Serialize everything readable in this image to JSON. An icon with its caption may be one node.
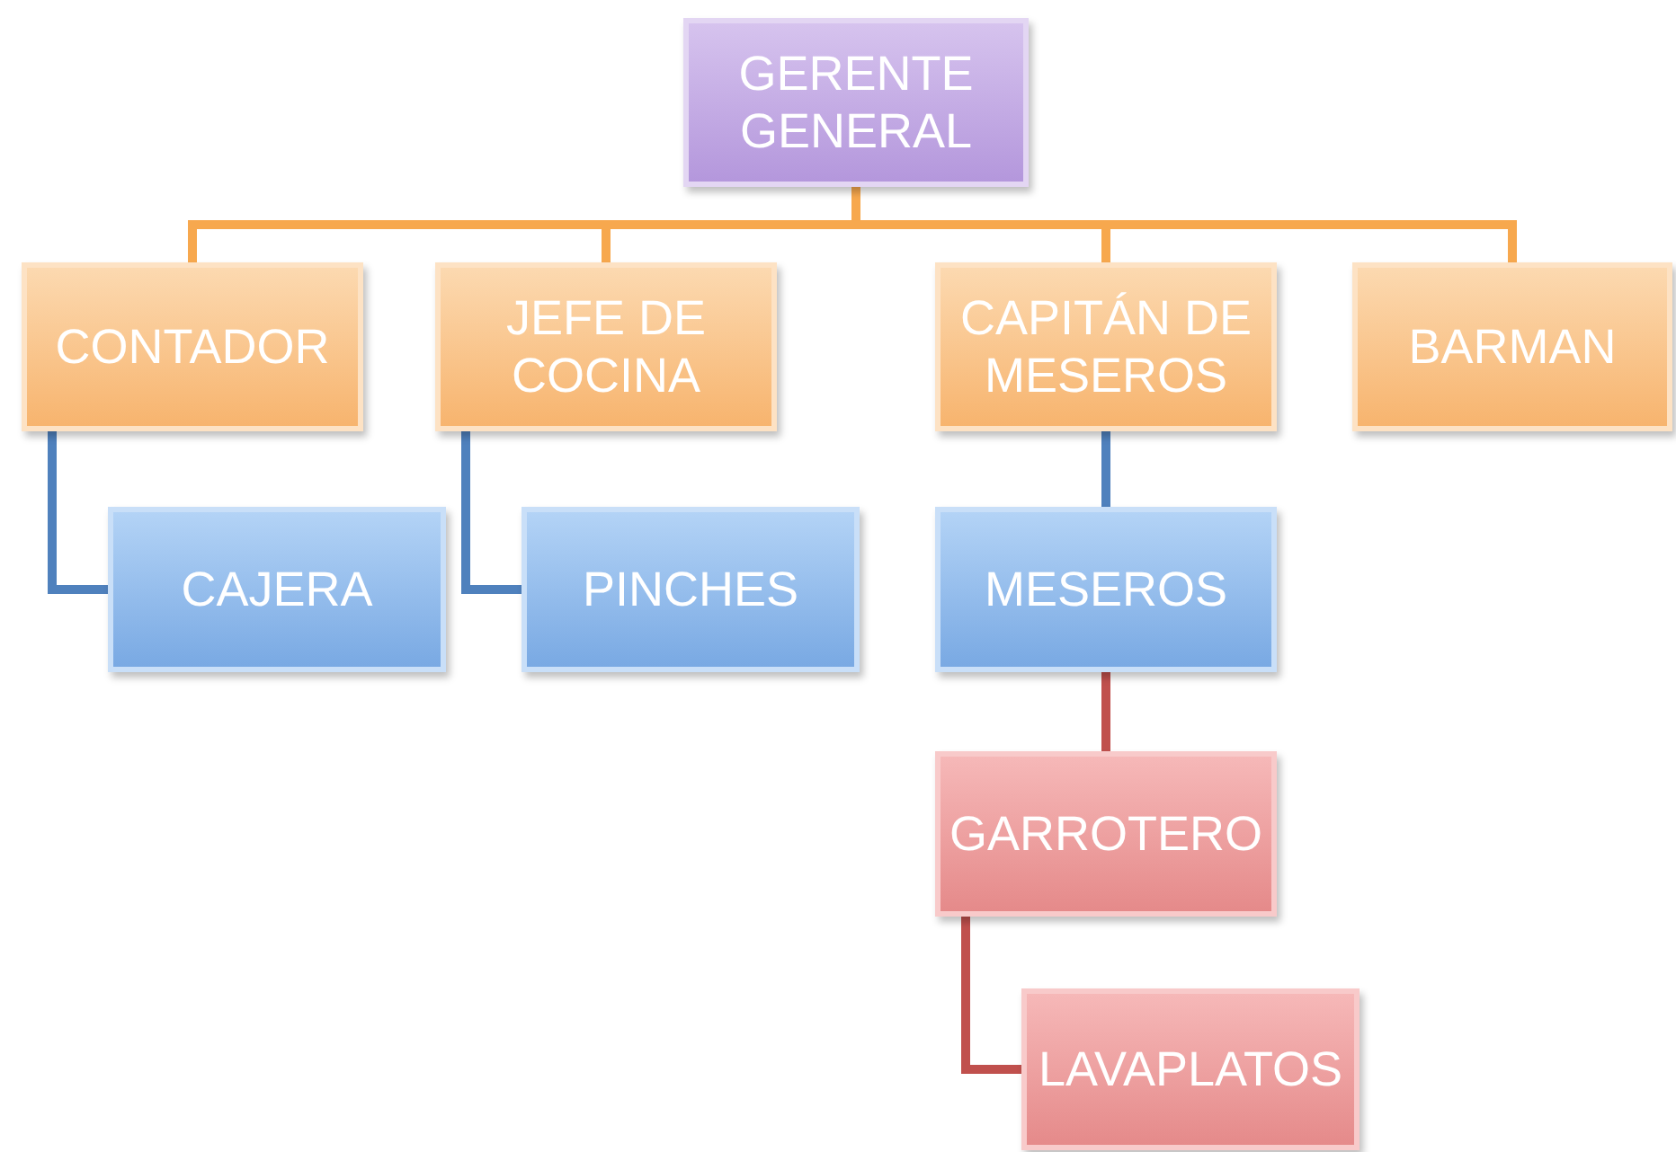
{
  "diagram": {
    "nodes": [
      {
        "text": [
          "GERENTE GENERAL"
        ]
      },
      {
        "text": [
          "CONTADOR"
        ]
      },
      {
        "text": [
          "JEFE DE COCINA"
        ]
      },
      {
        "text": [
          "CAPITÁN DE MESEROS"
        ]
      },
      {
        "text": [
          "BARMAN"
        ]
      },
      {
        "text": [
          "CAJERA"
        ]
      },
      {
        "text": [
          "PINCHES"
        ]
      },
      {
        "text": [
          "MESEROS"
        ]
      },
      {
        "text": [
          "GARROTERO"
        ]
      },
      {
        "text": [
          "LAVAPLATOS"
        ]
      }
    ],
    "edges": [
      {
        "from": 0,
        "to": 1,
        "arrow": "none"
      },
      {
        "from": 0,
        "to": 2,
        "arrow": "none"
      },
      {
        "from": 0,
        "to": 3,
        "arrow": "none"
      },
      {
        "from": 0,
        "to": 4,
        "arrow": "none"
      },
      {
        "from": 1,
        "to": 5,
        "arrow": "none",
        "color": "#4f81bd"
      },
      {
        "from": 2,
        "to": 6,
        "arrow": "none",
        "color": "#4f81bd"
      },
      {
        "from": 3,
        "to": 7,
        "arrow": "none",
        "color": "#4f81bd"
      },
      {
        "from": 7,
        "to": 8,
        "arrow": "none",
        "color": "#c0504d"
      },
      {
        "from": 8,
        "to": 9,
        "arrow": "none",
        "color": "#c0504d"
      }
    ]
  }
}
